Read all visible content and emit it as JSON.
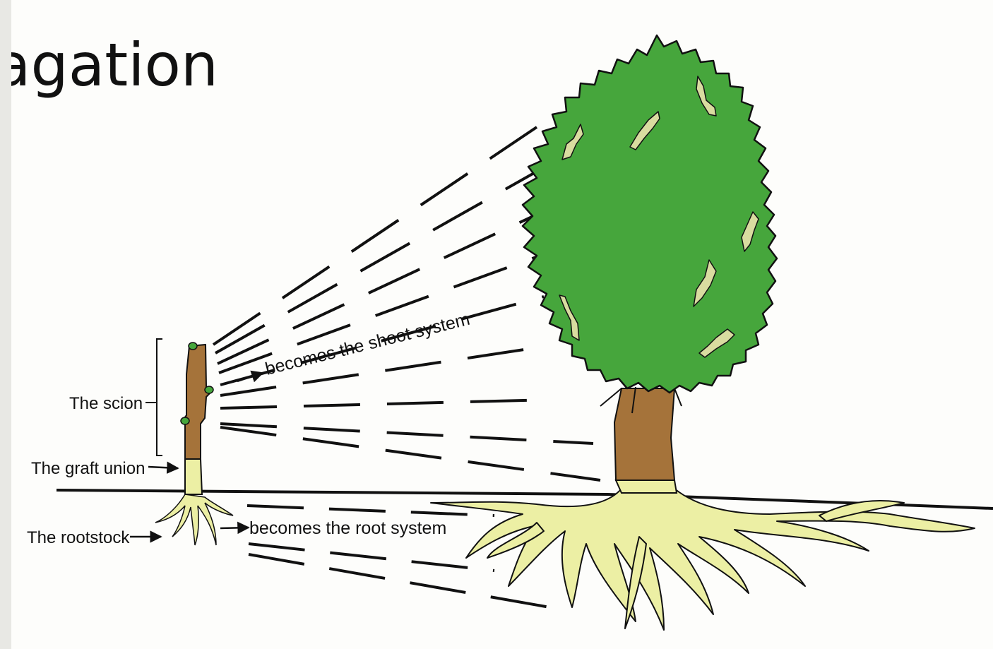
{
  "slide": {
    "title": "agation"
  },
  "diagram": {
    "labels": {
      "scion": "The scion",
      "graft_union": "The graft union",
      "rootstock": "The rootstock",
      "shoot": "becomes the shoot system",
      "root": "becomes the root system"
    },
    "colors": {
      "canopy": "#46a63c",
      "canopy_outline": "#111111",
      "trunk": "#a5733a",
      "root": "#ecefa4",
      "patch": "#d9dca0",
      "line": "#111111"
    }
  }
}
